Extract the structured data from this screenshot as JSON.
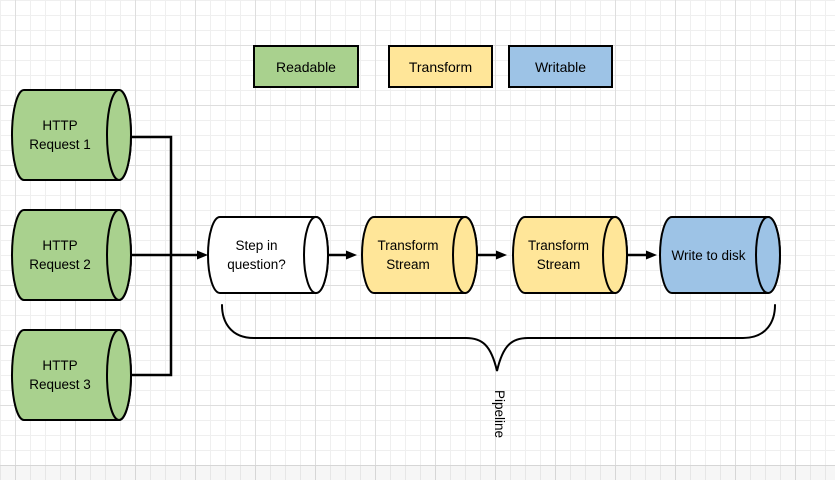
{
  "canvas": {
    "background": "#ffffff",
    "grid_minor_color": "#efefef",
    "grid_major_color": "#dedede",
    "stroke_color": "#000000"
  },
  "legend": {
    "items": [
      {
        "label": "Readable",
        "color": "#a9d18e"
      },
      {
        "label": "Transform",
        "color": "#ffe699"
      },
      {
        "label": "Writable",
        "color": "#9dc3e6"
      }
    ]
  },
  "nodes": {
    "sources": [
      {
        "label": "HTTP\nRequest 1",
        "type": "readable",
        "color": "#a9d18e"
      },
      {
        "label": "HTTP\nRequest 2",
        "type": "readable",
        "color": "#a9d18e"
      },
      {
        "label": "HTTP\nRequest 3",
        "type": "readable",
        "color": "#a9d18e"
      }
    ],
    "steps": [
      {
        "label": "Step in\nquestion?",
        "type": "unspecified",
        "color": "#ffffff"
      },
      {
        "label": "Transform\nStream",
        "type": "transform",
        "color": "#ffe699"
      },
      {
        "label": "Transform\nStream",
        "type": "transform",
        "color": "#ffe699"
      },
      {
        "label": "Write to disk",
        "type": "writable",
        "color": "#9dc3e6"
      }
    ]
  },
  "annotations": {
    "brace_label": "Pipeline"
  }
}
